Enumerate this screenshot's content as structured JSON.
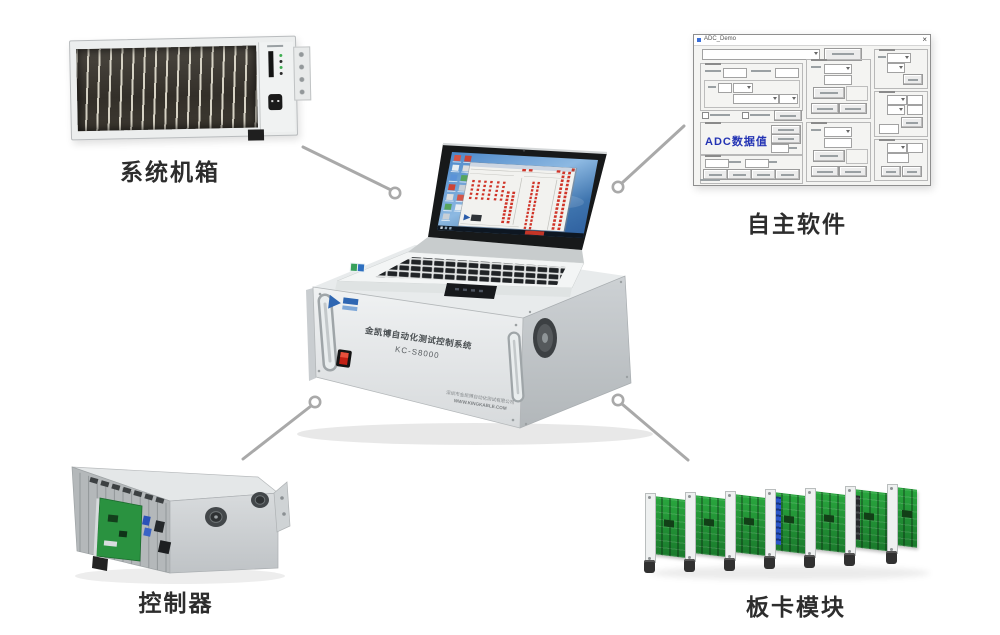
{
  "scene": {
    "items": {
      "system_chassis": {
        "label": "系统机箱"
      },
      "software": {
        "label": "自主软件",
        "window": {
          "title": "ADC_Demo",
          "close_glyph": "×",
          "adc_value_label": "ADC数据值"
        }
      },
      "controller": {
        "label": "控制器"
      },
      "modules": {
        "label": "板卡模块",
        "count": 7
      }
    },
    "center_unit": {
      "panel_title": "金凯博自动化测试控制系统",
      "model": "KC-S8000",
      "company_line1": "深圳市金凯博自动化测试有限公司",
      "company_line2": "WWW.KINGKABLE.COM"
    },
    "colors": {
      "connector_line": "#a9a9a9",
      "label_text": "#2d2d2d",
      "led_red": "#d03428",
      "adc_blue": "#2434b4",
      "pcb_green": "#1f9638",
      "screen_blue": "#3a77b8",
      "desktop_icon_cycle": [
        "#d55548",
        "#e8eef2",
        "#5b93d8",
        "#cc4437",
        "#dddddd",
        "#56a45d",
        "#c8cfd6"
      ]
    }
  }
}
